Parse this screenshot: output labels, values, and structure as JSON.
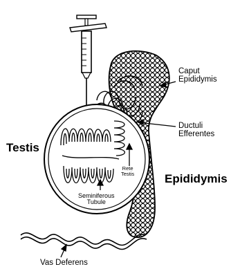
{
  "labels": {
    "caput_epididymis": [
      "Caput",
      "Epididymis"
    ],
    "ductuli_efferentes": [
      "Ductuli",
      "Efferentes"
    ],
    "testis": "Testis",
    "epididymis": "Epididymis",
    "rete_testis": [
      "Rete",
      "Testis"
    ],
    "seminiferous_tubule": [
      "Seminiferous",
      "Tubule"
    ],
    "vas_deferens": "Vas Deferens"
  }
}
